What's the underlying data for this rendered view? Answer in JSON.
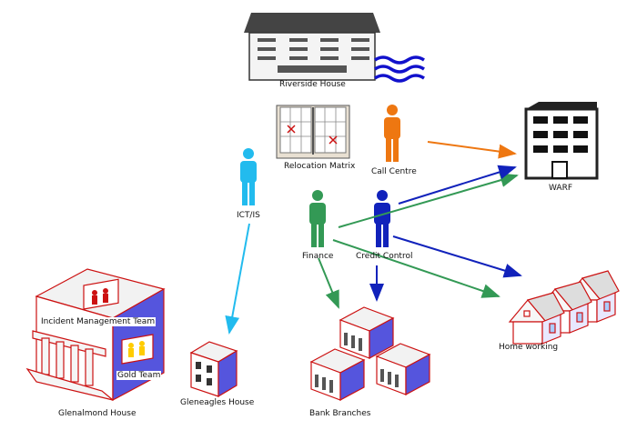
{
  "nodes": {
    "riverside": {
      "label": "Riverside House",
      "icon": "office-building-icon"
    },
    "relocation": {
      "label": "Relocation Matrix",
      "icon": "binder-matrix-icon"
    },
    "call_centre": {
      "label": "Call Centre",
      "icon": "person-icon"
    },
    "warf": {
      "label": "WARF",
      "icon": "office-building-icon"
    },
    "ict": {
      "label": "ICT/IS",
      "icon": "person-icon"
    },
    "finance": {
      "label": "Finance",
      "icon": "person-icon"
    },
    "credit_control": {
      "label": "Credit Control",
      "icon": "person-icon"
    },
    "home_working": {
      "label": "Home working",
      "icon": "houses-icon"
    },
    "glenalmond": {
      "label": "Glenalmond House",
      "icon": "building-icon"
    },
    "incident_team": {
      "label": "Incident Management Team",
      "icon": "team-board-icon"
    },
    "gold_team": {
      "label": "Gold Team",
      "icon": "team-board-icon"
    },
    "gleneagles": {
      "label": "Gleneagles House",
      "icon": "building-icon"
    },
    "bank_branches": {
      "label": "Bank Branches",
      "icon": "building-icon"
    }
  },
  "colors": {
    "call_centre": "#ee7711",
    "ict": "#22bbee",
    "finance": "#339955",
    "credit_control": "#1122bb",
    "building_blue": "#5555dd",
    "outline_red": "#cc1111"
  }
}
